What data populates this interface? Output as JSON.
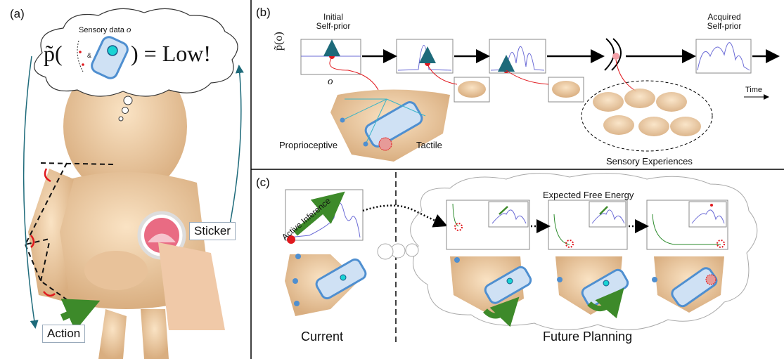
{
  "panels": {
    "a": "(a)",
    "b": "(b)",
    "c": "(c)"
  },
  "panel_a": {
    "sensory_data": "Sensory data",
    "sensory_symbol": "o",
    "formula_prefix": "p̃(",
    "formula_amp": "&",
    "formula_suffix": ") = Low!",
    "sticker": "Sticker",
    "action": "Action"
  },
  "panel_b": {
    "initial_prior_line1": "Initial",
    "initial_prior_line2": "Self-prior",
    "acquired_prior_line1": "Acquired",
    "acquired_prior_line2": "Self-prior",
    "y_axis": "p̃(o)",
    "x_axis": "o",
    "proprioceptive": "Proprioceptive",
    "tactile": "Tactile",
    "time": "Time",
    "sensory_experiences": "Sensory Experiences"
  },
  "panel_c": {
    "active_inference": "Active Inference",
    "expected_free_energy": "Expected Free Energy",
    "current": "Current",
    "future_planning": "Future Planning"
  },
  "colors": {
    "curve": "#6b6bd6",
    "arrow_green": "#3d8a2a",
    "teal": "#1d6a7a",
    "red": "#e0191e",
    "skin": "#f0d2ac",
    "blue_patch": "#4f8fd0"
  }
}
